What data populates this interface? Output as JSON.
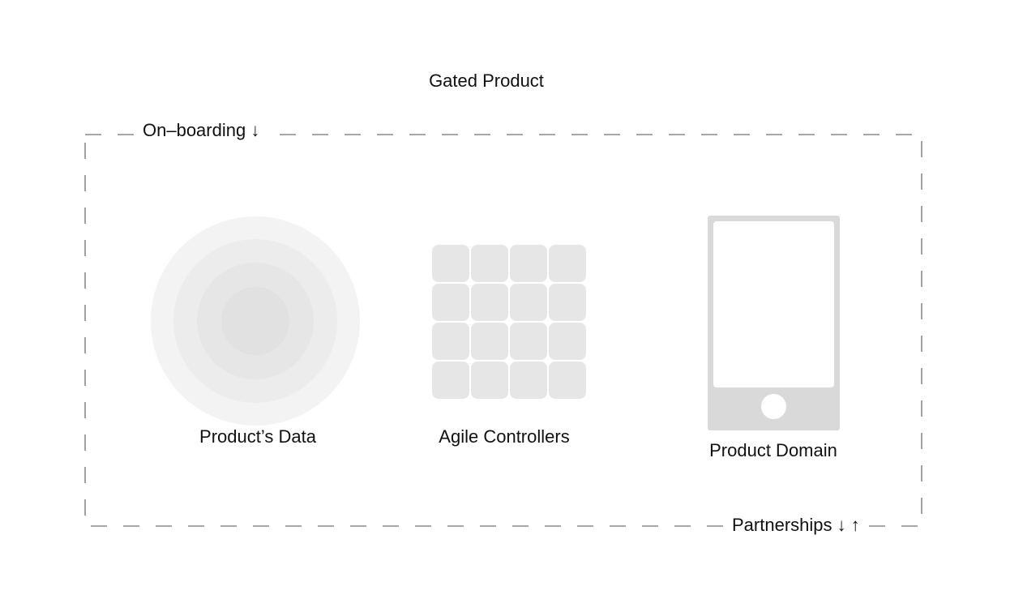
{
  "diagram": {
    "title": "Gated Product",
    "boundary_label": "On–boarding ↓",
    "footer_label": "Partnerships ↓ ↑",
    "nodes": [
      {
        "id": "data",
        "label": "Product’s Data",
        "icon": "concentric-circles-icon"
      },
      {
        "id": "agile",
        "label": "Agile Controllers",
        "icon": "grid-icon"
      },
      {
        "id": "domain",
        "label": "Product Domain",
        "icon": "phone-icon"
      }
    ]
  },
  "colors": {
    "dashed_border": "#8a8a8a",
    "ring_1": "#f3f3f3",
    "ring_2": "#ececec",
    "ring_3": "#e6e6e6",
    "ring_4": "#e1e1e1",
    "grid_cell": "#e6e6e6",
    "phone_body": "#d9d9d9"
  }
}
